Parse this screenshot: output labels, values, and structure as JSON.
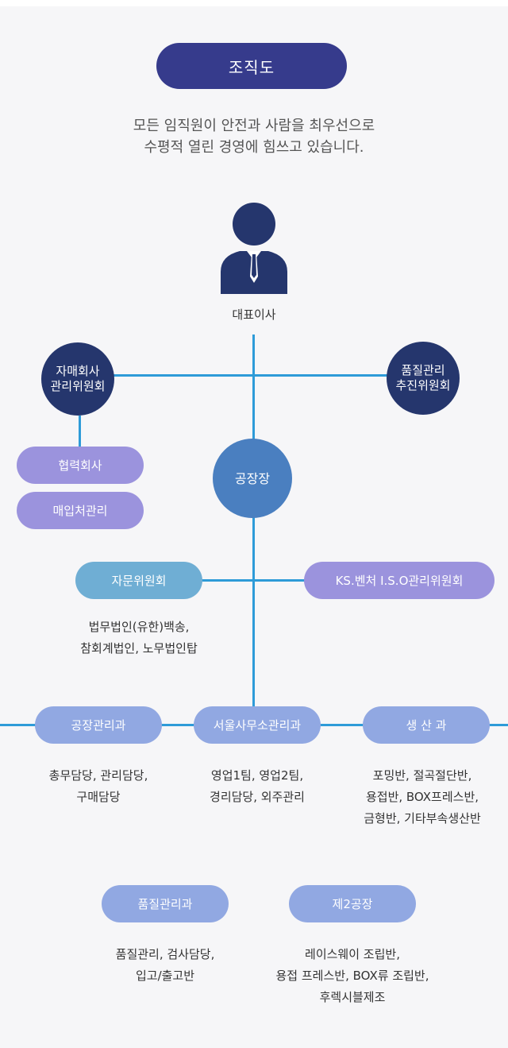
{
  "title": "조직도",
  "intro": {
    "line1": "모든 임직원이 안전과 사람을 최우선으로",
    "line2": "수평적 열린 경영에 힘쓰고 있습니다."
  },
  "ceo": {
    "label": "대표이사",
    "icon": "person-icon"
  },
  "committees": {
    "subsidiary": {
      "line1": "자매회사",
      "line2": "관리위원회"
    },
    "quality": {
      "line1": "품질관리",
      "line2": "추진위원회"
    }
  },
  "partners": [
    "협력회사",
    "매입처관리"
  ],
  "plant_manager": "공장장",
  "advisory": {
    "label": "자문위원회",
    "desc_line1": "법무법인(유한)백송,",
    "desc_line2": "참회계법인, 노무법인탑"
  },
  "ks": {
    "label": "KS.벤처 I.S.O관리위원회"
  },
  "departments": [
    {
      "label": "공장관리과",
      "desc_line1": "총무담당, 관리담당,",
      "desc_line2": "구매담당",
      "desc_line3": ""
    },
    {
      "label": "서울사무소관리과",
      "desc_line1": "영업1팀, 영업2팀,",
      "desc_line2": "경리담당, 외주관리",
      "desc_line3": ""
    },
    {
      "label": "생 산 과",
      "desc_line1": "포밍반, 절곡절단반,",
      "desc_line2": "용접반, BOX프레스반,",
      "desc_line3": "금형반, 기타부속생산반"
    },
    {
      "label": "품질관리과",
      "desc_line1": "품질관리, 검사담당,",
      "desc_line2": "입고/출고반",
      "desc_line3": ""
    },
    {
      "label": "제2공장",
      "desc_line1": "레이스웨이 조립반,",
      "desc_line2": "용접 프레스반, BOX류 조립반,",
      "desc_line3": "후렉시블제조"
    }
  ],
  "colors": {
    "navy": "#363b8c",
    "dark_navy": "#25366d",
    "plant_blue": "#4a7fc0",
    "purple": "#9b93dd",
    "sky": "#6faed4",
    "periwinkle": "#91a8e2",
    "line": "#2e9bd8"
  }
}
